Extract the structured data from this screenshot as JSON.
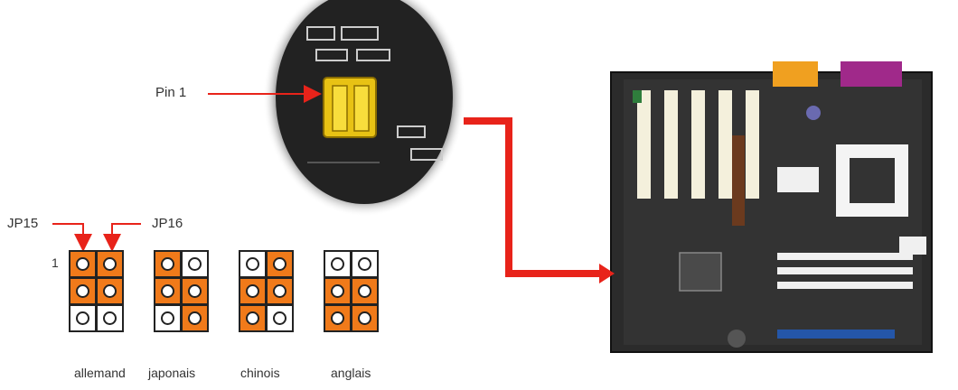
{
  "labels": {
    "pin1": "Pin 1",
    "jp15": "JP15",
    "jp16": "JP16",
    "pin_number": "1"
  },
  "jumpers": [
    {
      "name": "allemand",
      "rows": [
        [
          true,
          true
        ],
        [
          true,
          true
        ],
        [
          false,
          false
        ]
      ]
    },
    {
      "name": "japonais",
      "rows": [
        [
          true,
          false
        ],
        [
          true,
          true
        ],
        [
          false,
          true
        ]
      ]
    },
    {
      "name": "chinois",
      "rows": [
        [
          false,
          true
        ],
        [
          true,
          true
        ],
        [
          true,
          false
        ]
      ]
    },
    {
      "name": "anglais",
      "rows": [
        [
          false,
          false
        ],
        [
          true,
          true
        ],
        [
          true,
          true
        ]
      ]
    }
  ],
  "colors": {
    "jumper_on": "#f07a1a",
    "arrow": "#e8231a",
    "board": "#2b2b2b"
  }
}
